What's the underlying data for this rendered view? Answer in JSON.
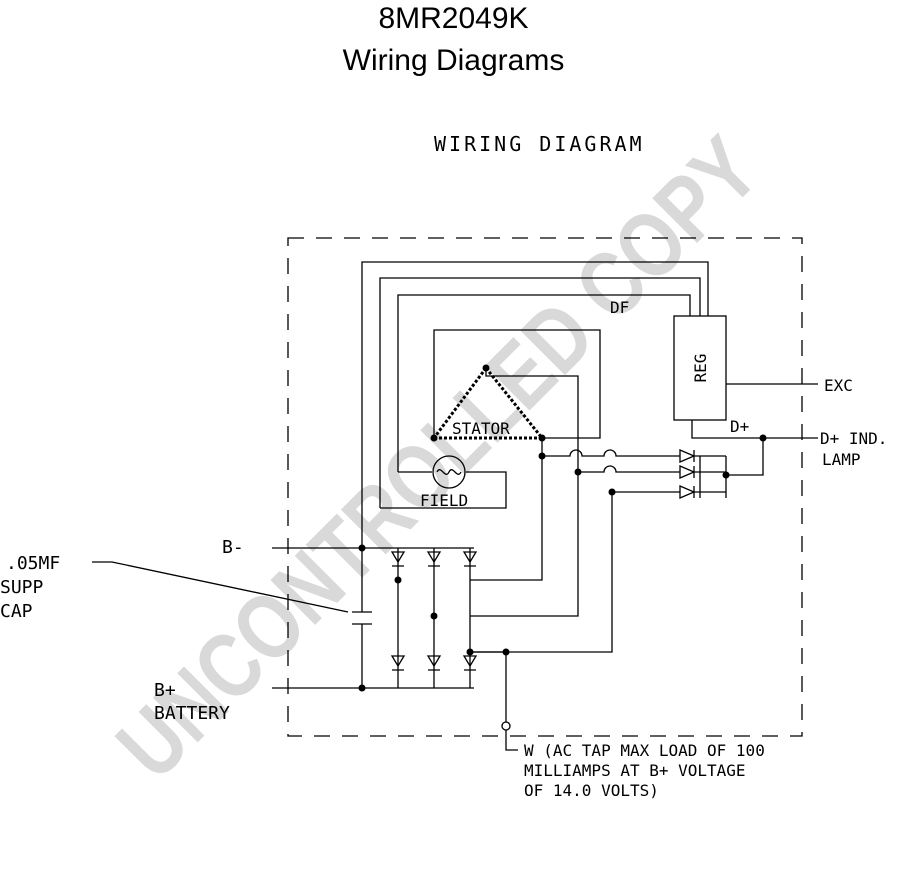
{
  "header": {
    "part_number": "8MR2049K",
    "title": "Wiring Diagrams"
  },
  "diagram": {
    "title": "WIRING DIAGRAM",
    "labels": {
      "df": "DF",
      "reg": "REG",
      "exc": "EXC",
      "d_plus": "D+",
      "d_plus_ind": "D+ IND.",
      "lamp": "LAMP",
      "stator": "STATOR",
      "field": "FIELD",
      "b_minus": "B-",
      "b_plus": "B+",
      "battery": "BATTERY",
      "cap_value": ".05MF",
      "cap_supp": "SUPP",
      "cap_cap": "CAP",
      "w_line1": "W (AC TAP MAX LOAD OF 100",
      "w_line2": "MILLIAMPS AT B+ VOLTAGE",
      "w_line3": "OF 14.0 VOLTS)"
    }
  },
  "watermark": {
    "text": "UNCONTROLLED COPY",
    "color": "#d9d9d9"
  }
}
